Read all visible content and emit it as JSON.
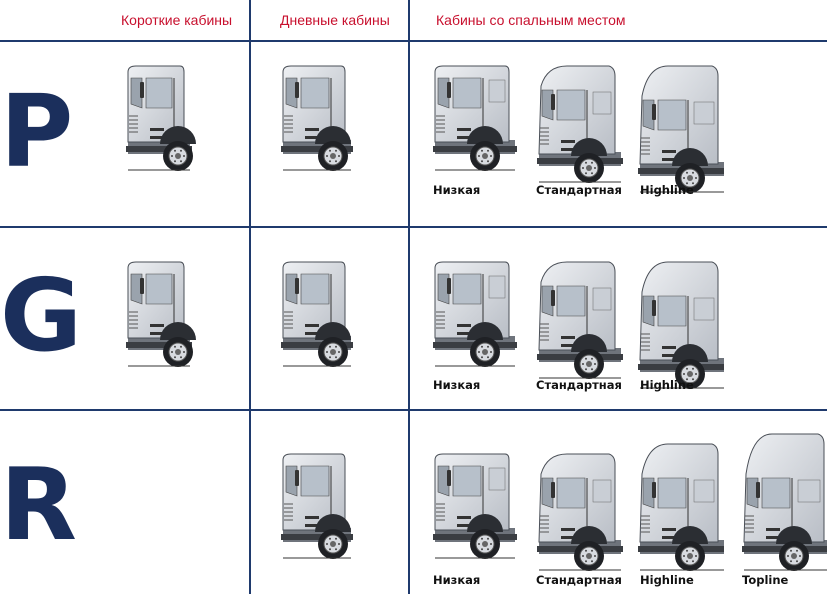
{
  "headers": {
    "short": "Короткие кабины",
    "day": "Дневные кабины",
    "sleeper": "Кабины со спальным местом"
  },
  "series": [
    {
      "letter": "P",
      "sleeper_labels": [
        "Низкая",
        "Стандартная",
        "Highline"
      ]
    },
    {
      "letter": "G",
      "sleeper_labels": [
        "Низкая",
        "Стандартная",
        "Highline"
      ]
    },
    {
      "letter": "R",
      "sleeper_labels": [
        "Низкая",
        "Стандартная",
        "Highline",
        "Topline"
      ]
    }
  ],
  "colors": {
    "header_text": "#c8102e",
    "grid_lines": "#1f3a6d",
    "series_letters": "#1b2f5c"
  }
}
